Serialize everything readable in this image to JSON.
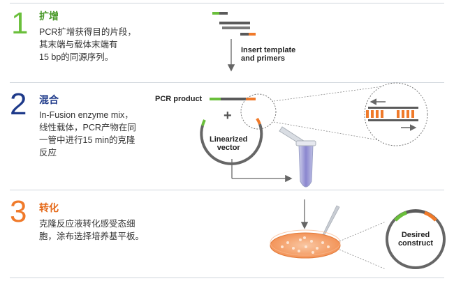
{
  "colors": {
    "step1": "#6abf3b",
    "step2": "#1e3a8a",
    "step3": "#f07a2a",
    "insert_green": "#6abf3b",
    "insert_orange": "#f07a2a",
    "vector_gray": "#5a5a5a",
    "tube_purple": "#8a86cf",
    "plate_orange": "#f4a674"
  },
  "steps": [
    {
      "number": "1",
      "title": "扩增",
      "description": "PCR扩增获得目的片段，\n其末端与载体末端有\n15 bp的同源序列。"
    },
    {
      "number": "2",
      "title": "混合",
      "description": "In-Fusion enzyme mix，\n线性载体，PCR产物在同\n一管中进行15 min的克隆\n反应"
    },
    {
      "number": "3",
      "title": "转化",
      "description": "克隆反应液转化感受态细\n胞，涂布选择培养基平板。"
    }
  ],
  "labels": {
    "insert_template": "Insert template\nand primers",
    "pcr_product": "PCR product",
    "plus": "+",
    "linearized_vector": "Linearized\nvector",
    "desired_construct": "Desired\nconstruct"
  }
}
